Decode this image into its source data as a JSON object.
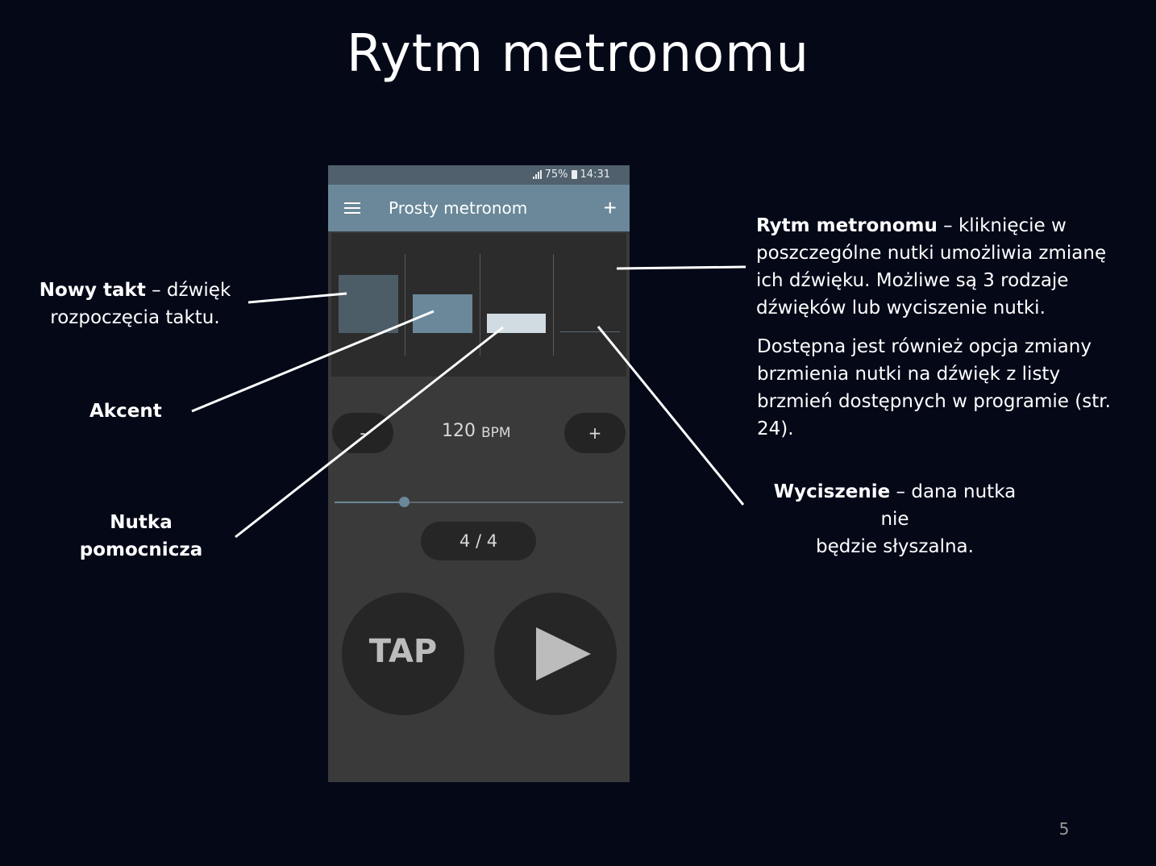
{
  "slide": {
    "title": "Rytm metronomu",
    "page_number": "5"
  },
  "phone": {
    "status_bar": {
      "battery_percent": "75%",
      "time": "14:31"
    },
    "app_bar": {
      "title": "Prosty metronom",
      "add_label": "+"
    },
    "rhythm": {
      "beats": [
        {
          "sound": "nowy takt",
          "color": "#4d5d68"
        },
        {
          "sound": "akcent",
          "color": "#6a8899"
        },
        {
          "sound": "nutka pomocnicza",
          "color": "#d0dbe2"
        },
        {
          "sound": "wyciszenie",
          "color": "#5e6a72"
        }
      ]
    },
    "tempo": {
      "minus_label": "-",
      "plus_label": "+",
      "value": "120",
      "unit": "BPM",
      "slider_fraction": 0.24
    },
    "signature": "4 / 4",
    "tap_label": "TAP",
    "play_icon": "play-icon"
  },
  "callouts": {
    "nowy_takt": {
      "bold": "Nowy takt",
      "text": " – dźwięk",
      "line2": "rozpoczęcia taktu."
    },
    "akcent": {
      "bold": "Akcent"
    },
    "nutka_pomocnicza": {
      "bold_line1": "Nutka",
      "bold_line2": "pomocnicza"
    },
    "rytm": {
      "bold": "Rytm metronomu",
      "text": " – kliknięcie w",
      "lines": [
        "poszczególne nutki umożliwia zmianę",
        "ich dźwięku. Możliwe są 3 rodzaje",
        "dźwięków lub wyciszenie nutki."
      ]
    },
    "dostepna": {
      "lines": [
        "Dostępna jest również opcja zmiany",
        "brzmienia nutki na dźwięk z listy",
        "brzmień dostępnych w programie (str.",
        "24)."
      ]
    },
    "wyciszenie": {
      "bold": "Wyciszenie",
      "text": " – dana nutka nie",
      "line2": "będzie słyszalna."
    }
  }
}
